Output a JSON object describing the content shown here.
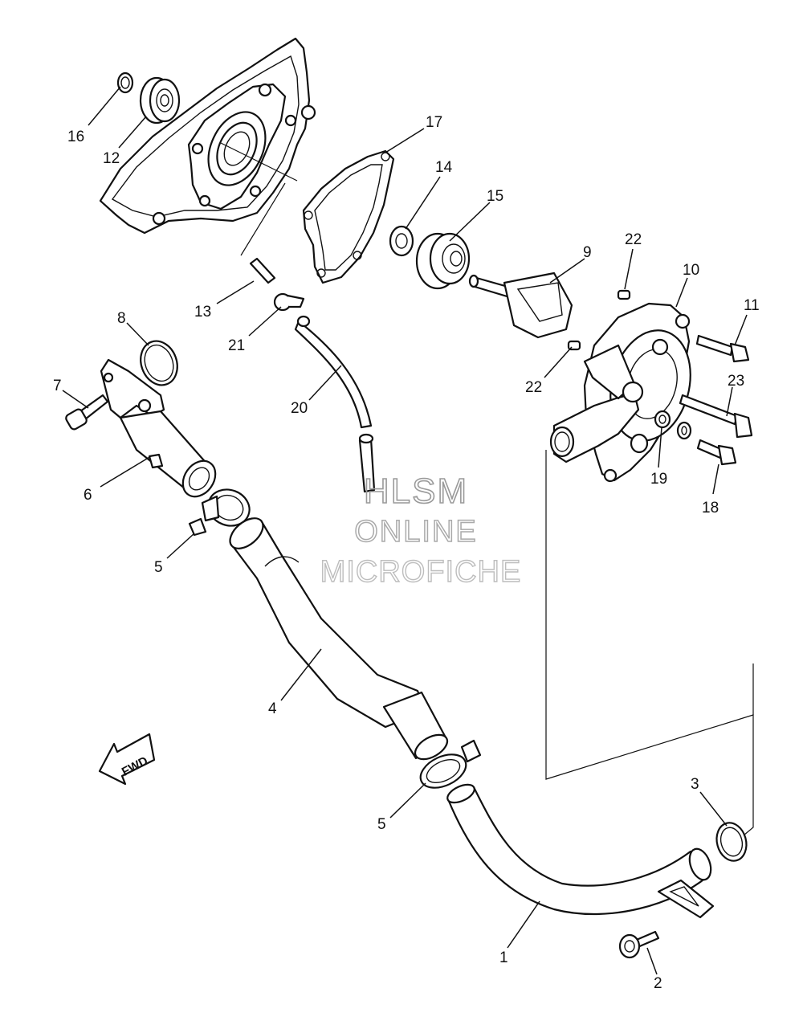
{
  "diagram": {
    "callouts": [
      {
        "id": "16",
        "label": "16"
      },
      {
        "id": "12",
        "label": "12"
      },
      {
        "id": "17",
        "label": "17"
      },
      {
        "id": "14",
        "label": "14"
      },
      {
        "id": "15",
        "label": "15"
      },
      {
        "id": "9",
        "label": "9"
      },
      {
        "id": "22a",
        "label": "22"
      },
      {
        "id": "10",
        "label": "10"
      },
      {
        "id": "11",
        "label": "11"
      },
      {
        "id": "13",
        "label": "13"
      },
      {
        "id": "21",
        "label": "21"
      },
      {
        "id": "8",
        "label": "8"
      },
      {
        "id": "20",
        "label": "20"
      },
      {
        "id": "22b",
        "label": "22"
      },
      {
        "id": "23",
        "label": "23"
      },
      {
        "id": "7",
        "label": "7"
      },
      {
        "id": "19",
        "label": "19"
      },
      {
        "id": "18",
        "label": "18"
      },
      {
        "id": "6",
        "label": "6"
      },
      {
        "id": "5a",
        "label": "5"
      },
      {
        "id": "4",
        "label": "4"
      },
      {
        "id": "3",
        "label": "3"
      },
      {
        "id": "5b",
        "label": "5"
      },
      {
        "id": "1",
        "label": "1"
      },
      {
        "id": "2",
        "label": "2"
      }
    ],
    "fwd_label": "FWD",
    "watermark": [
      "HLSM",
      "ONLINE",
      "MICROFICHE"
    ]
  }
}
